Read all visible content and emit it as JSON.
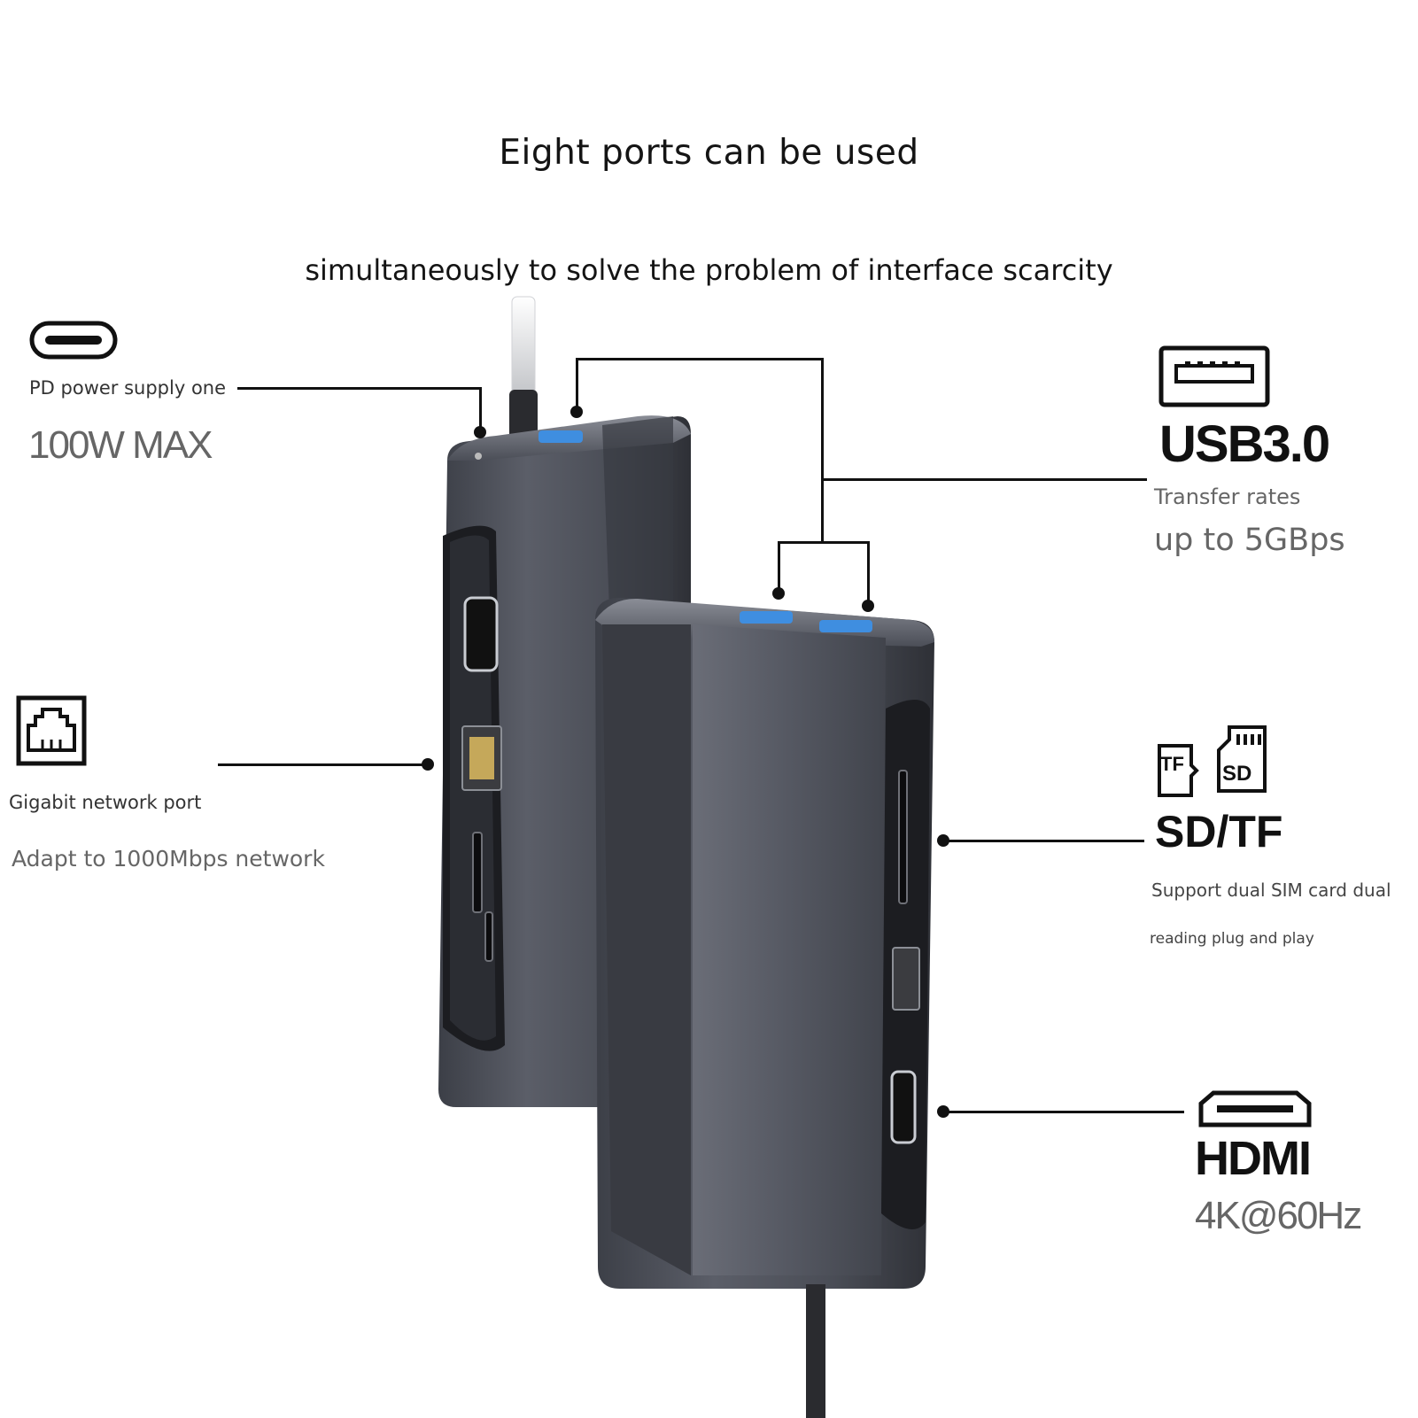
{
  "header": {
    "line1": "Eight ports can be used",
    "line2": "simultaneously to solve the problem of interface scarcity"
  },
  "callouts": {
    "pd": {
      "label": "PD power supply one",
      "value": "100W MAX",
      "icon": "usb-c-port-icon"
    },
    "usb": {
      "title": "USB3.0",
      "sub1": "Transfer rates",
      "sub2": "up to 5GBps",
      "icon": "usb-a-port-icon"
    },
    "network": {
      "label": "Gigabit network port",
      "sub": "Adapt to 1000Mbps network",
      "icon": "ethernet-port-icon"
    },
    "card": {
      "tf_label": "TF",
      "sd_label": "SD",
      "title": "SD/TF",
      "sub1": "Support dual SIM card dual",
      "sub2": "reading plug and play",
      "icon": "sd-tf-card-icon"
    },
    "hdmi": {
      "title": "HDMI",
      "sub": "4K@60Hz",
      "icon": "hdmi-port-icon"
    }
  },
  "colors": {
    "body": "#4a4d56",
    "accent_usb": "#3f8ee0",
    "text_grey": "#666666"
  }
}
